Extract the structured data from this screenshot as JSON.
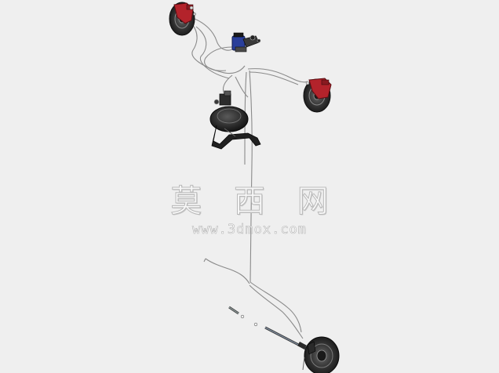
{
  "watermark": {
    "site_name": "莫 西 网",
    "site_url": "www.3dmox.com"
  },
  "colors": {
    "background": "#efefef",
    "caliper_red": "#b3232b",
    "reservoir_blue": "#2a3f9a",
    "rotor_dark": "#2a2a2a",
    "line_gray": "#7a7a7a"
  },
  "scene": {
    "subject": "brake-system-exploded-3d-render"
  }
}
